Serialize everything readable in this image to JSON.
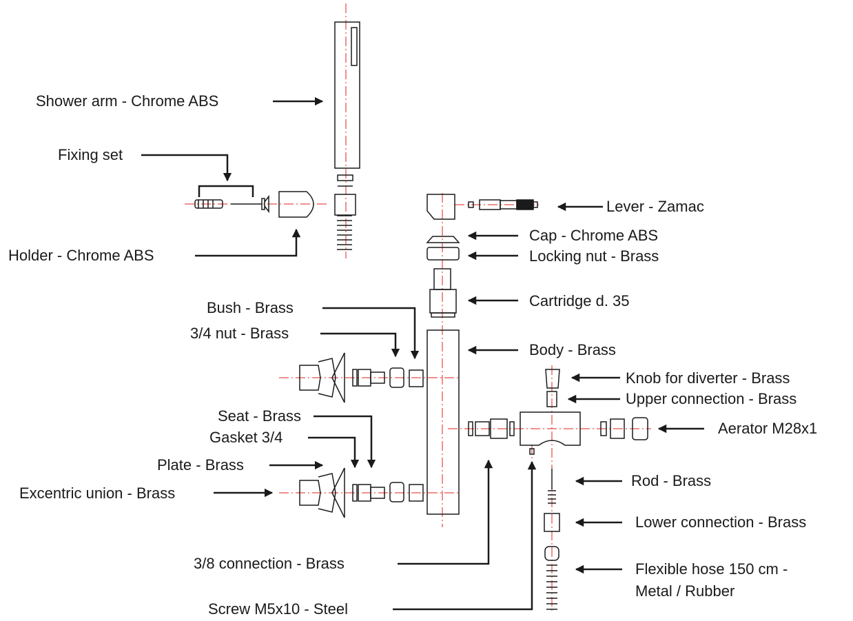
{
  "labels": {
    "shower_arm": "Shower arm - Chrome ABS",
    "fixing_set": "Fixing set",
    "holder": "Holder - Chrome ABS",
    "lever": "Lever - Zamac",
    "cap": "Cap - Chrome ABS",
    "locking_nut": "Locking nut - Brass",
    "cartridge": "Cartridge d. 35",
    "bush": "Bush - Brass",
    "nut_34": "3/4 nut - Brass",
    "body": "Body - Brass",
    "knob_diverter": "Knob for diverter - Brass",
    "upper_connection": "Upper connection - Brass",
    "seat": "Seat - Brass",
    "gasket": "Gasket 3/4",
    "aerator": "Aerator M28x1",
    "plate": "Plate - Brass",
    "excentric_union": "Excentric union - Brass",
    "rod": "Rod - Brass",
    "lower_connection": "Lower connection - Brass",
    "connection_38": "3/8 connection - Brass",
    "flexible_hose_line1": "Flexible hose 150 cm -",
    "flexible_hose_line2": "Metal / Rubber",
    "screw": "Screw M5x10 - Steel"
  },
  "colors": {
    "line": "#1a1a1a",
    "axis": "#e0201c"
  }
}
